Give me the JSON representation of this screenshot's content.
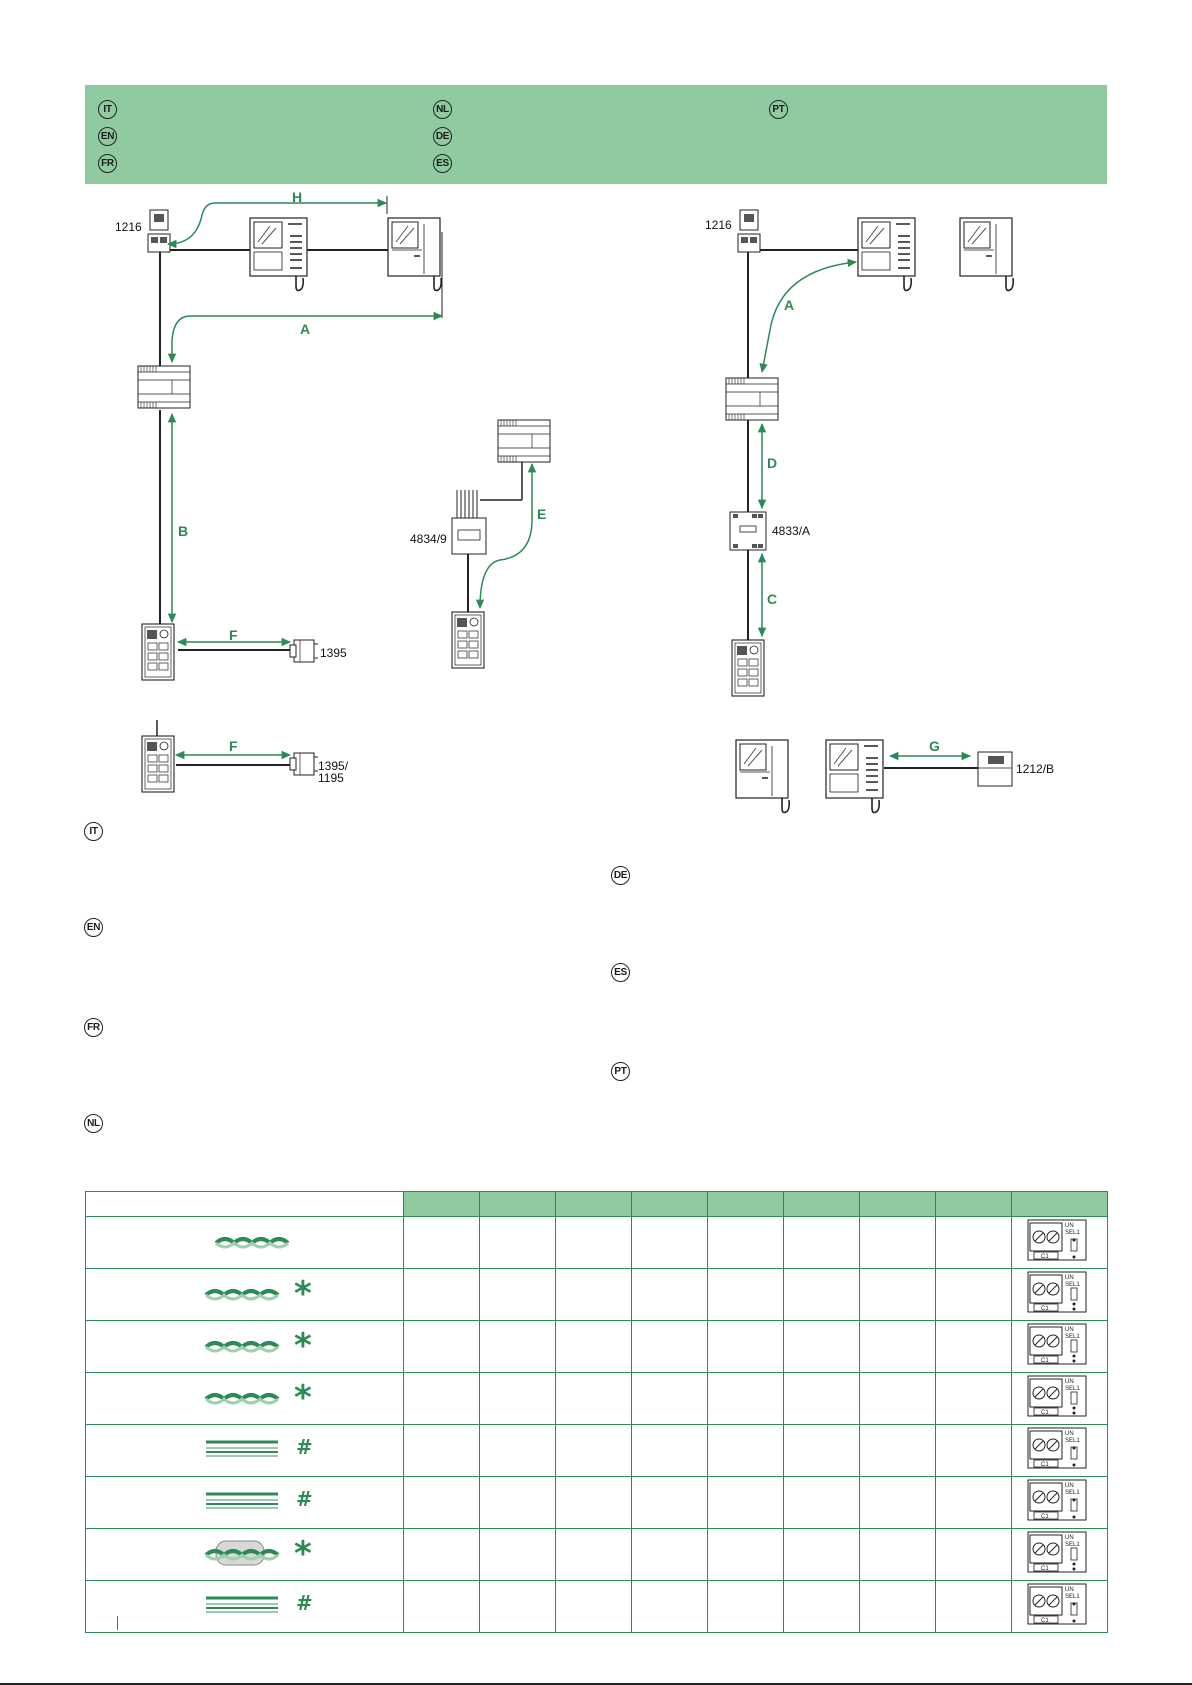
{
  "header": {
    "languages": [
      "IT",
      "NL",
      "PT",
      "EN",
      "DE",
      "FR",
      "ES"
    ]
  },
  "diagram": {
    "labels": {
      "unit_1216_left": "1216",
      "unit_1216_right": "1216",
      "unit_4834": "4834/9",
      "unit_4833": "4833/A",
      "unit_1395": "1395",
      "unit_1395_1195_line1": "1395/",
      "unit_1395_1195_line2": "1195",
      "unit_1212": "1212/B"
    },
    "letters": {
      "H": "H",
      "A_left": "A",
      "A_right": "A",
      "B": "B",
      "E": "E",
      "F_top": "F",
      "F_bottom": "F",
      "D": "D",
      "C": "C",
      "G": "G"
    }
  },
  "side_languages": {
    "left": [
      "IT",
      "EN",
      "FR",
      "NL"
    ],
    "right": [
      "DE",
      "ES",
      "PT"
    ]
  },
  "table": {
    "column_count": 10,
    "rows": [
      {
        "cable": "twisted",
        "mark": ""
      },
      {
        "cable": "twisted",
        "mark": "*"
      },
      {
        "cable": "twisted",
        "mark": "*"
      },
      {
        "cable": "twisted",
        "mark": "*"
      },
      {
        "cable": "parallel",
        "mark": "#"
      },
      {
        "cable": "parallel",
        "mark": "#"
      },
      {
        "cable": "shielded-twisted",
        "mark": "*"
      },
      {
        "cable": "parallel",
        "mark": "#"
      }
    ],
    "switch_labels": {
      "un": "UN",
      "sel": "SEL1",
      "c1": "C1"
    }
  },
  "colors": {
    "accent": "#2c8a56",
    "band": "#8fcaa0"
  }
}
